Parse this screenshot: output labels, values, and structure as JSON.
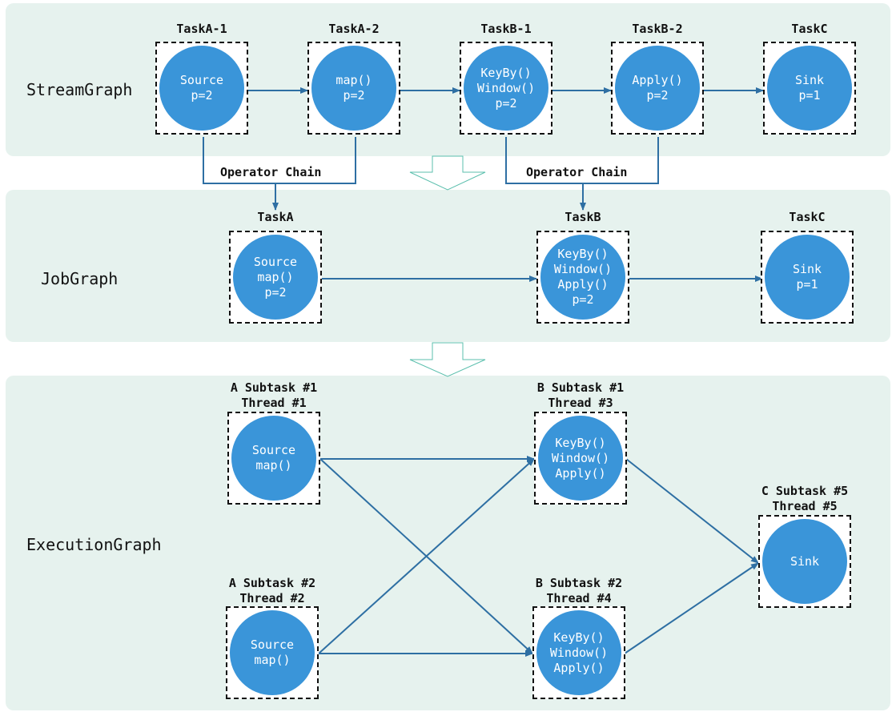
{
  "rows": {
    "stream": "StreamGraph",
    "job": "JobGraph",
    "execution": "ExecutionGraph"
  },
  "stream_nodes": [
    {
      "title": [
        "TaskA-1"
      ],
      "lines": [
        "Source",
        "p=2"
      ]
    },
    {
      "title": [
        "TaskA-2"
      ],
      "lines": [
        "map()",
        "p=2"
      ]
    },
    {
      "title": [
        "TaskB-1"
      ],
      "lines": [
        "KeyBy()",
        "Window()",
        "p=2"
      ]
    },
    {
      "title": [
        "TaskB-2"
      ],
      "lines": [
        "Apply()",
        "p=2"
      ]
    },
    {
      "title": [
        "TaskC"
      ],
      "lines": [
        "Sink",
        "p=1"
      ]
    }
  ],
  "job_nodes": [
    {
      "title": [
        "TaskA"
      ],
      "lines": [
        "Source",
        "map()",
        "p=2"
      ]
    },
    {
      "title": [
        "TaskB"
      ],
      "lines": [
        "KeyBy()",
        "Window()",
        "Apply()",
        "p=2"
      ]
    },
    {
      "title": [
        "TaskC"
      ],
      "lines": [
        "Sink",
        "p=1"
      ]
    }
  ],
  "exec_nodes": [
    {
      "title": [
        "A Subtask #1",
        "Thread #1"
      ],
      "lines": [
        "Source",
        "map()"
      ]
    },
    {
      "title": [
        "A Subtask #2",
        "Thread #2"
      ],
      "lines": [
        "Source",
        "map()"
      ]
    },
    {
      "title": [
        "B Subtask #1",
        "Thread #3"
      ],
      "lines": [
        "KeyBy()",
        "Window()",
        "Apply()"
      ]
    },
    {
      "title": [
        "B Subtask #2",
        "Thread #4"
      ],
      "lines": [
        "KeyBy()",
        "Window()",
        "Apply()"
      ]
    },
    {
      "title": [
        "C Subtask #5",
        "Thread #5"
      ],
      "lines": [
        "Sink"
      ]
    }
  ],
  "chains": [
    "Operator Chain",
    "Operator Chain"
  ],
  "colors": {
    "panel": "#e6f2ee",
    "node_fill": "#3a95d9",
    "edge": "#2e6fa3",
    "transform_arrow_fill": "#ffffff",
    "transform_arrow_stroke": "#5bbfad"
  }
}
